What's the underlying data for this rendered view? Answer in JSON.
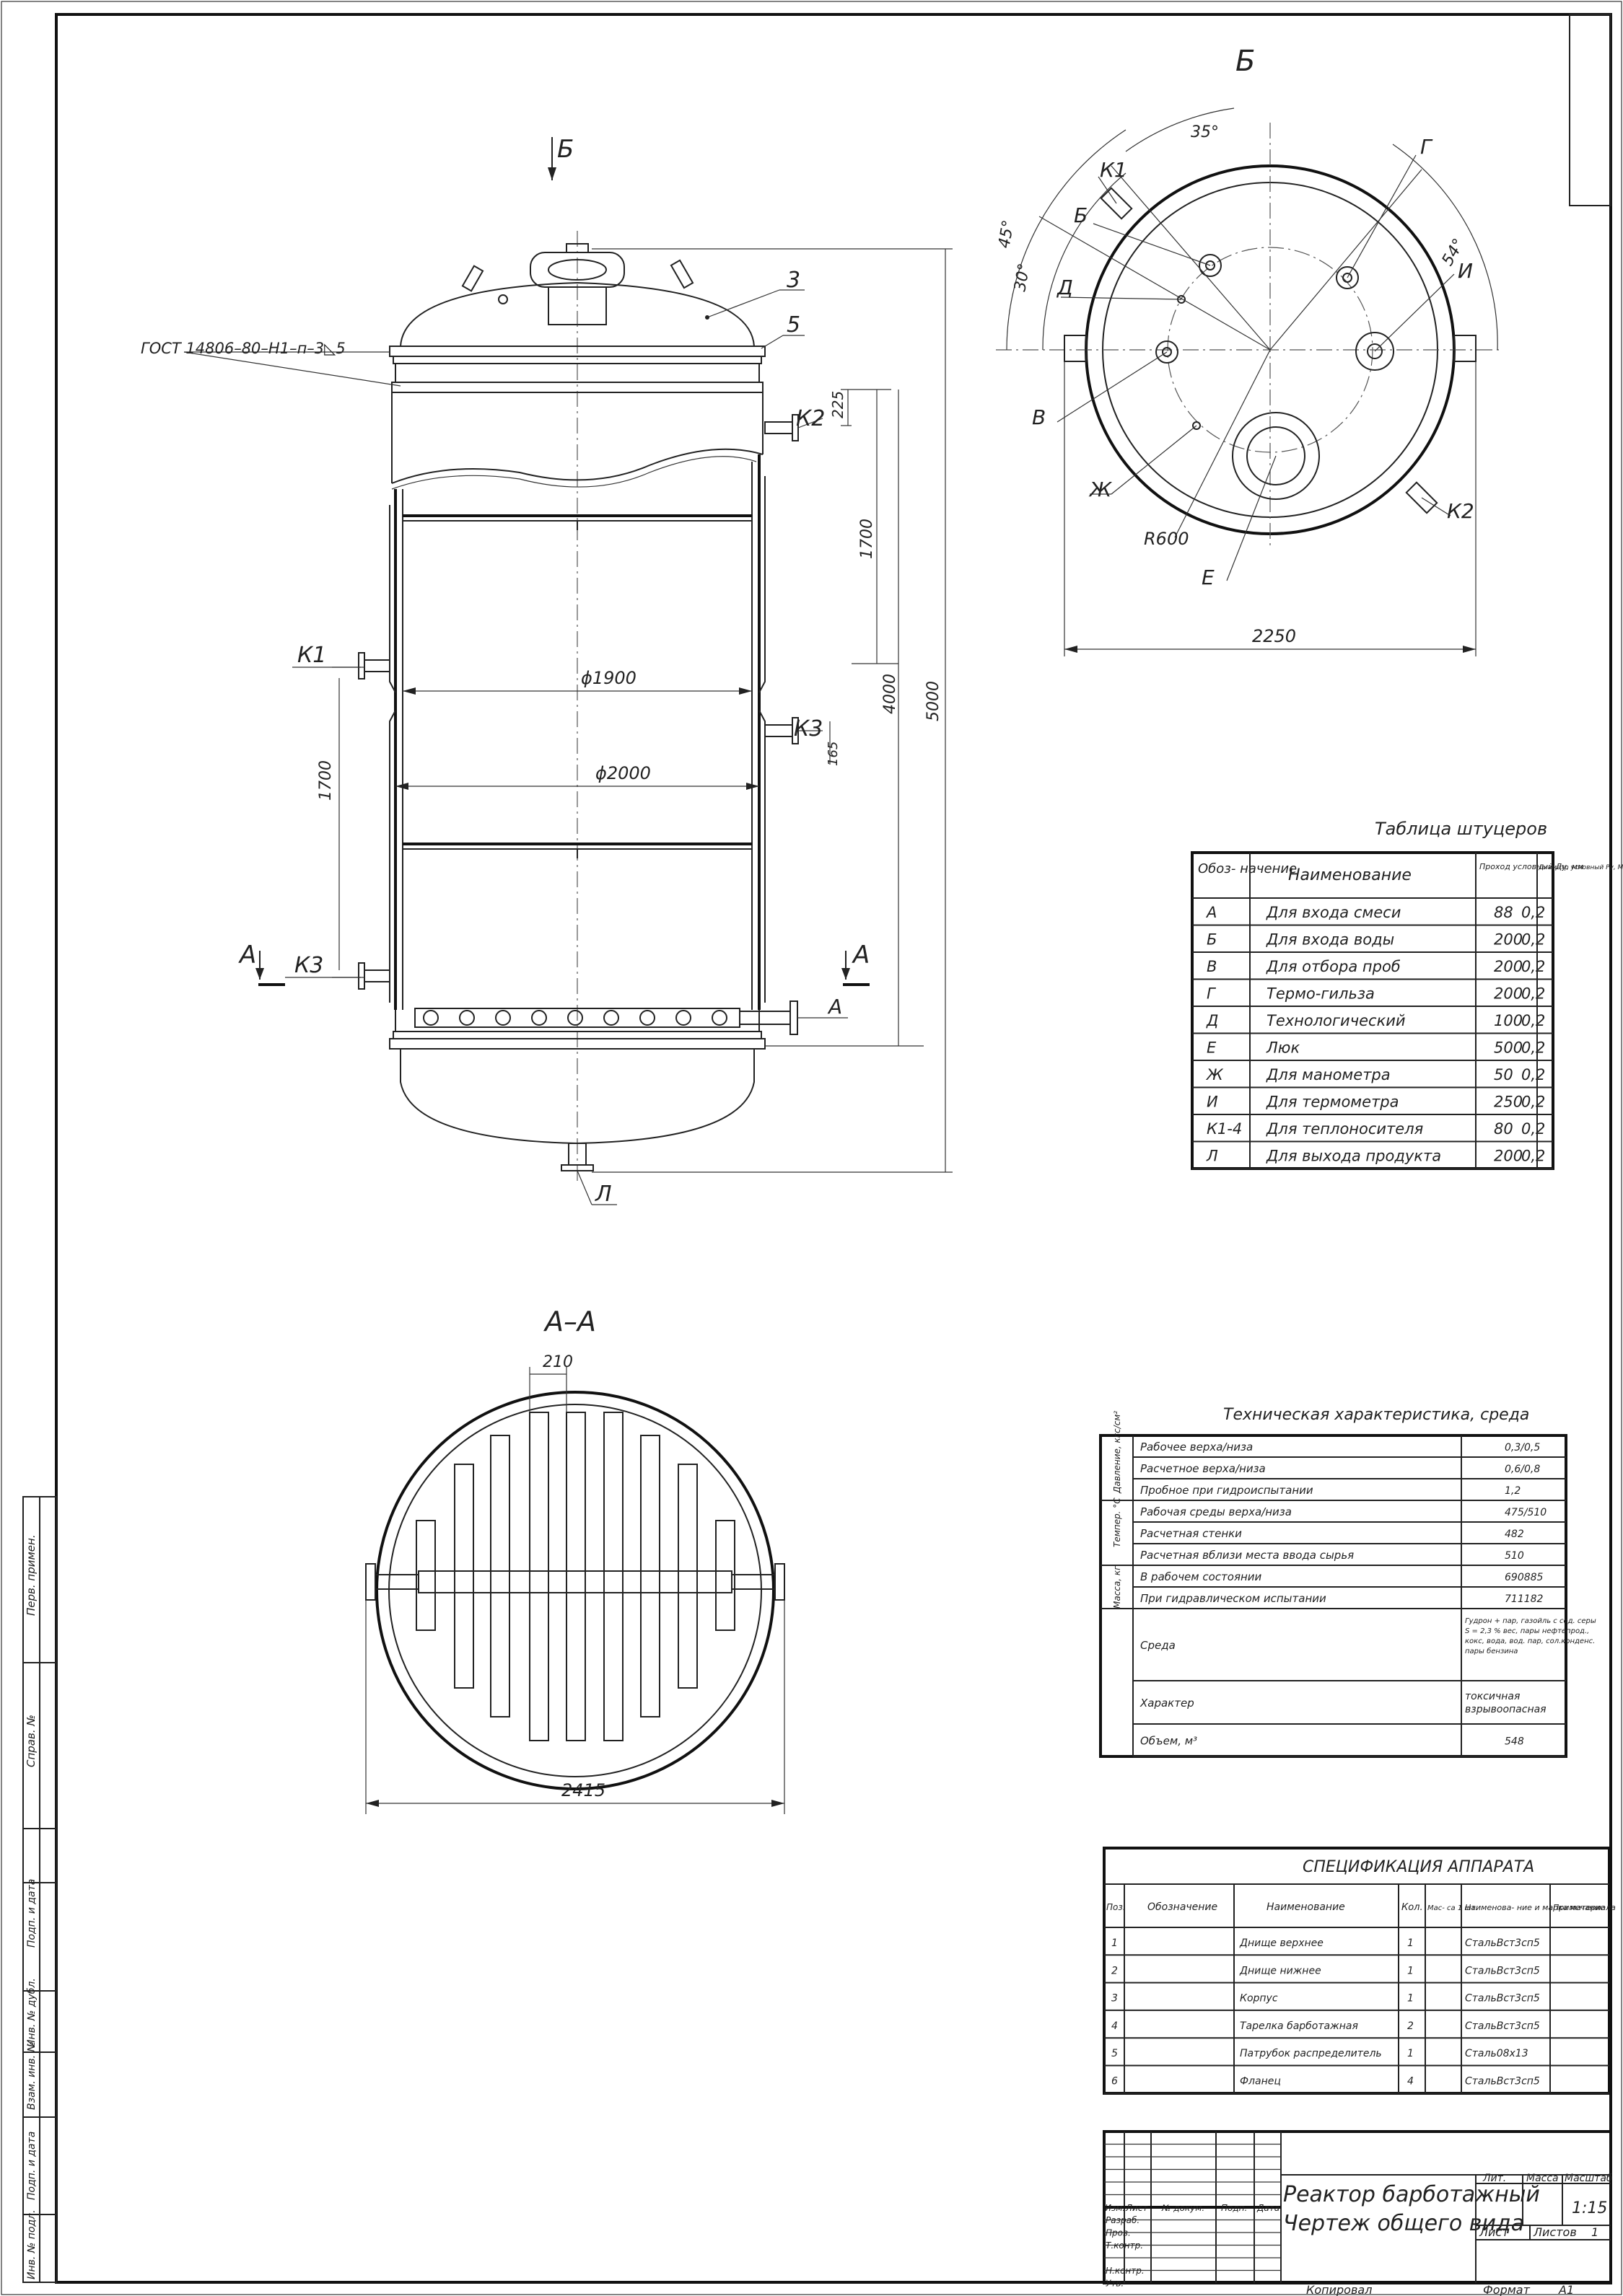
{
  "view_b_title": "Б",
  "section_title": "А–А",
  "arrow_b": "Б",
  "arrow_a_left": "А",
  "arrow_a_right": "А",
  "gost_note": "ГОСТ 14806–80–Н1–п–3◺5",
  "pos": {
    "p3": "3",
    "p5": "5"
  },
  "nozzles_front": {
    "k1": "К1",
    "k2": "К2",
    "k3": "К3",
    "a": "А",
    "l": "Л"
  },
  "dims_front": {
    "d1900": "ϕ1900",
    "d2000": "ϕ2000",
    "h225": "225",
    "h1700_right": "1700",
    "h1700_left": "1700",
    "h4000": "4000",
    "h5000": "5000",
    "h165": "165"
  },
  "view_b_labels": {
    "k1": "К1",
    "b": "Б",
    "d": "Д",
    "v": "В",
    "zh": "Ж",
    "r600": "R600",
    "e": "Е",
    "g": "Г",
    "i": "И",
    "k2": "К2",
    "a35": "35°",
    "a45": "45°",
    "a30": "30°",
    "a54": "54°",
    "d2250": "2250"
  },
  "section_dims": {
    "w210": "210",
    "d2415": "2415"
  },
  "nozzle_table": {
    "title": "Таблица штуцеров",
    "headers": [
      "Обоз- начение",
      "Наименование",
      "Проход условный Ду, мм",
      "Диаметр условный Ру, МПа"
    ],
    "rows": [
      [
        "А",
        "Для входа смеси",
        "88",
        "0,2"
      ],
      [
        "Б",
        "Для входа воды",
        "200",
        "0,2"
      ],
      [
        "В",
        "Для отбора проб",
        "200",
        "0,2"
      ],
      [
        "Г",
        "Термо-гильза",
        "200",
        "0,2"
      ],
      [
        "Д",
        "Технологический",
        "100",
        "0,2"
      ],
      [
        "Е",
        "Люк",
        "500",
        "0,2"
      ],
      [
        "Ж",
        "Для манометра",
        "50",
        "0,2"
      ],
      [
        "И",
        "Для термометра",
        "250",
        "0,2"
      ],
      [
        "К1-4",
        "Для теплоносителя",
        "80",
        "0,2"
      ],
      [
        "Л",
        "Для выхода продукта",
        "200",
        "0,2"
      ]
    ]
  },
  "tech_table": {
    "title": "Техническая характеристика, среда",
    "groups": [
      "Давление, кгс/см²",
      "Темпер. °C",
      "Масса, кг"
    ],
    "rows": [
      [
        "Рабочее верха/низа",
        "0,3/0,5"
      ],
      [
        "Расчетное верха/низа",
        "0,6/0,8"
      ],
      [
        "Пробное при гидроиспытании",
        "1,2"
      ],
      [
        "Рабочая среды верха/низа",
        "475/510"
      ],
      [
        "Расчетная стенки",
        "482"
      ],
      [
        "Расчетная вблизи места ввода сырья",
        "510"
      ],
      [
        "В рабочем состоянии",
        "690885"
      ],
      [
        "При гидравлическом испытании",
        "711182"
      ],
      [
        "Среда",
        "Гудрон + пар, газойль с сод. серы S = 2,3 % вес, пары нефтепрод., кокс, вода, вод. пар, сол.конденс. пары бензина"
      ],
      [
        "Характер",
        "токсичная взрывоопасная"
      ],
      [
        "Объем, м³",
        "548"
      ]
    ]
  },
  "spec_table": {
    "title": "СПЕЦИФИКАЦИЯ АППАРАТА",
    "headers": [
      "Поз.",
      "Обозначение",
      "Наименование",
      "Кол.",
      "Мас- са 1 шт.",
      "Наименова- ние и марка материала",
      "Примечание"
    ],
    "rows": [
      [
        "1",
        "",
        "Днище верхнее",
        "1",
        "",
        "СтальВст3сп5",
        ""
      ],
      [
        "2",
        "",
        "Днище нижнее",
        "1",
        "",
        "СтальВст3сп5",
        ""
      ],
      [
        "3",
        "",
        "Корпус",
        "1",
        "",
        "СтальВст3сп5",
        ""
      ],
      [
        "4",
        "",
        "Тарелка барботажная",
        "2",
        "",
        "СтальВст3сп5",
        ""
      ],
      [
        "5",
        "",
        "Патрубок распределитель",
        "1",
        "",
        "Сталь08х13",
        ""
      ],
      [
        "6",
        "",
        "Фланец",
        "4",
        "",
        "СтальВст3сп5",
        ""
      ]
    ]
  },
  "title_block": {
    "name1": "Реактор барботажный",
    "name2": "Чертеж общего вида",
    "lit": "Лит.",
    "mass": "Масса",
    "scale_label": "Масштаб",
    "scale": "1:15",
    "sheet": "Лист",
    "sheets": "Листов",
    "sheets_val": "1",
    "cols": [
      "Изм.",
      "Лист",
      "№ докум.",
      "Подп.",
      "Дата"
    ],
    "roles": [
      "Разраб.",
      "Пров.",
      "Т.контр.",
      "",
      "Н.контр.",
      "Утв."
    ]
  },
  "bottom_copied": "Копировал",
  "bottom_format": "Формат",
  "bottom_format_val": "А1",
  "side_stamps": [
    "Перв. примен.",
    "Справ. №",
    "Подп. и дата",
    "Инв. № дубл.",
    "Взам. инв. №",
    "Подп. и дата",
    "Инв. № подл."
  ]
}
